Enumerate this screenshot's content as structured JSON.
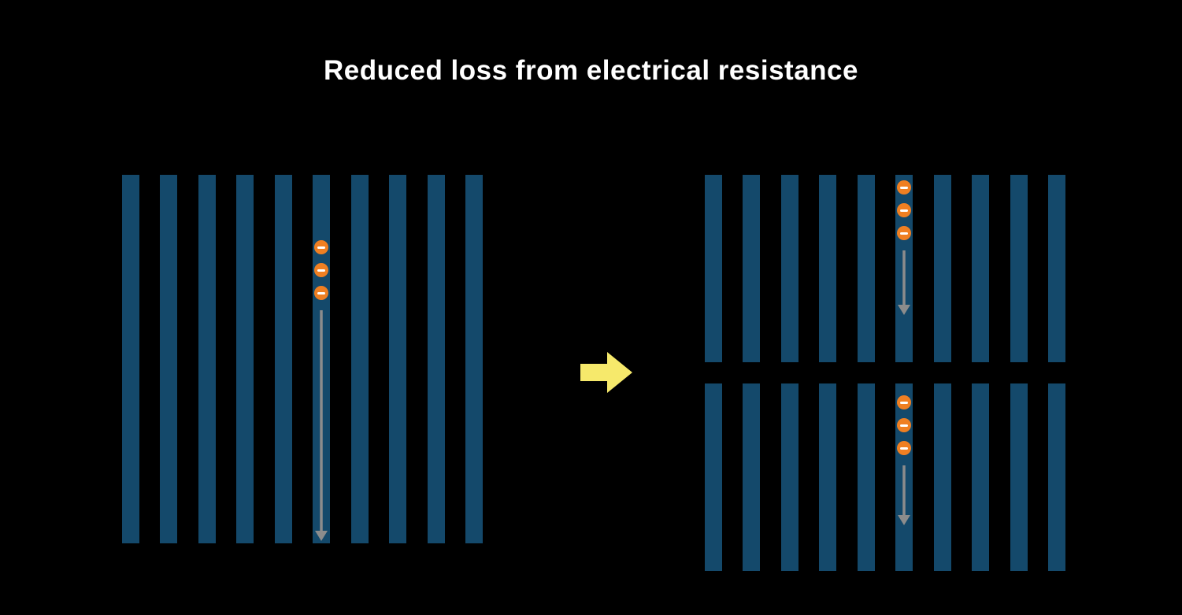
{
  "title": "Reduced loss from electrical resistance",
  "colors": {
    "background": "#000000",
    "cell_bar": "#14496B",
    "electron_fill": "#EF7F22",
    "electron_minus": "#FFFFFF",
    "flow_arrow": "#8C8C8C",
    "transition_arrow": "#F6E96B",
    "title": "#FFFFFF"
  },
  "icons": {
    "electron": "minus-circle-icon",
    "flow_direction": "down-arrow-icon",
    "transition": "right-arrow-icon"
  },
  "panels": {
    "left": {
      "group": {
        "bar_count": 10,
        "electron_bar_index": 6,
        "electron_count": 3
      }
    },
    "right": {
      "groups": [
        {
          "bar_count": 10,
          "electron_bar_index": 6,
          "electron_count": 3
        },
        {
          "bar_count": 10,
          "electron_bar_index": 6,
          "electron_count": 3
        }
      ]
    }
  }
}
